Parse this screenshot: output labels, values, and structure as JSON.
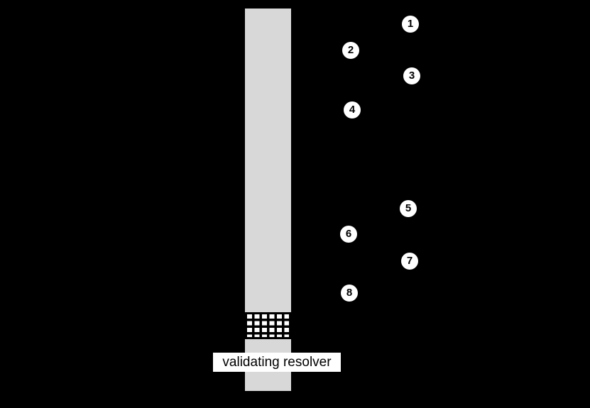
{
  "diagram": {
    "actor_label": "validating resolver",
    "steps": [
      {
        "label": "1"
      },
      {
        "label": "2"
      },
      {
        "label": "3"
      },
      {
        "label": "4"
      },
      {
        "label": "5"
      },
      {
        "label": "6"
      },
      {
        "label": "7"
      },
      {
        "label": "8"
      }
    ],
    "colors": {
      "background": "#000000",
      "lifeline": "#d8d8d8",
      "marker_fill": "#ffffff",
      "marker_text": "#000000",
      "label_background": "#ffffff",
      "label_text": "#000000"
    }
  }
}
